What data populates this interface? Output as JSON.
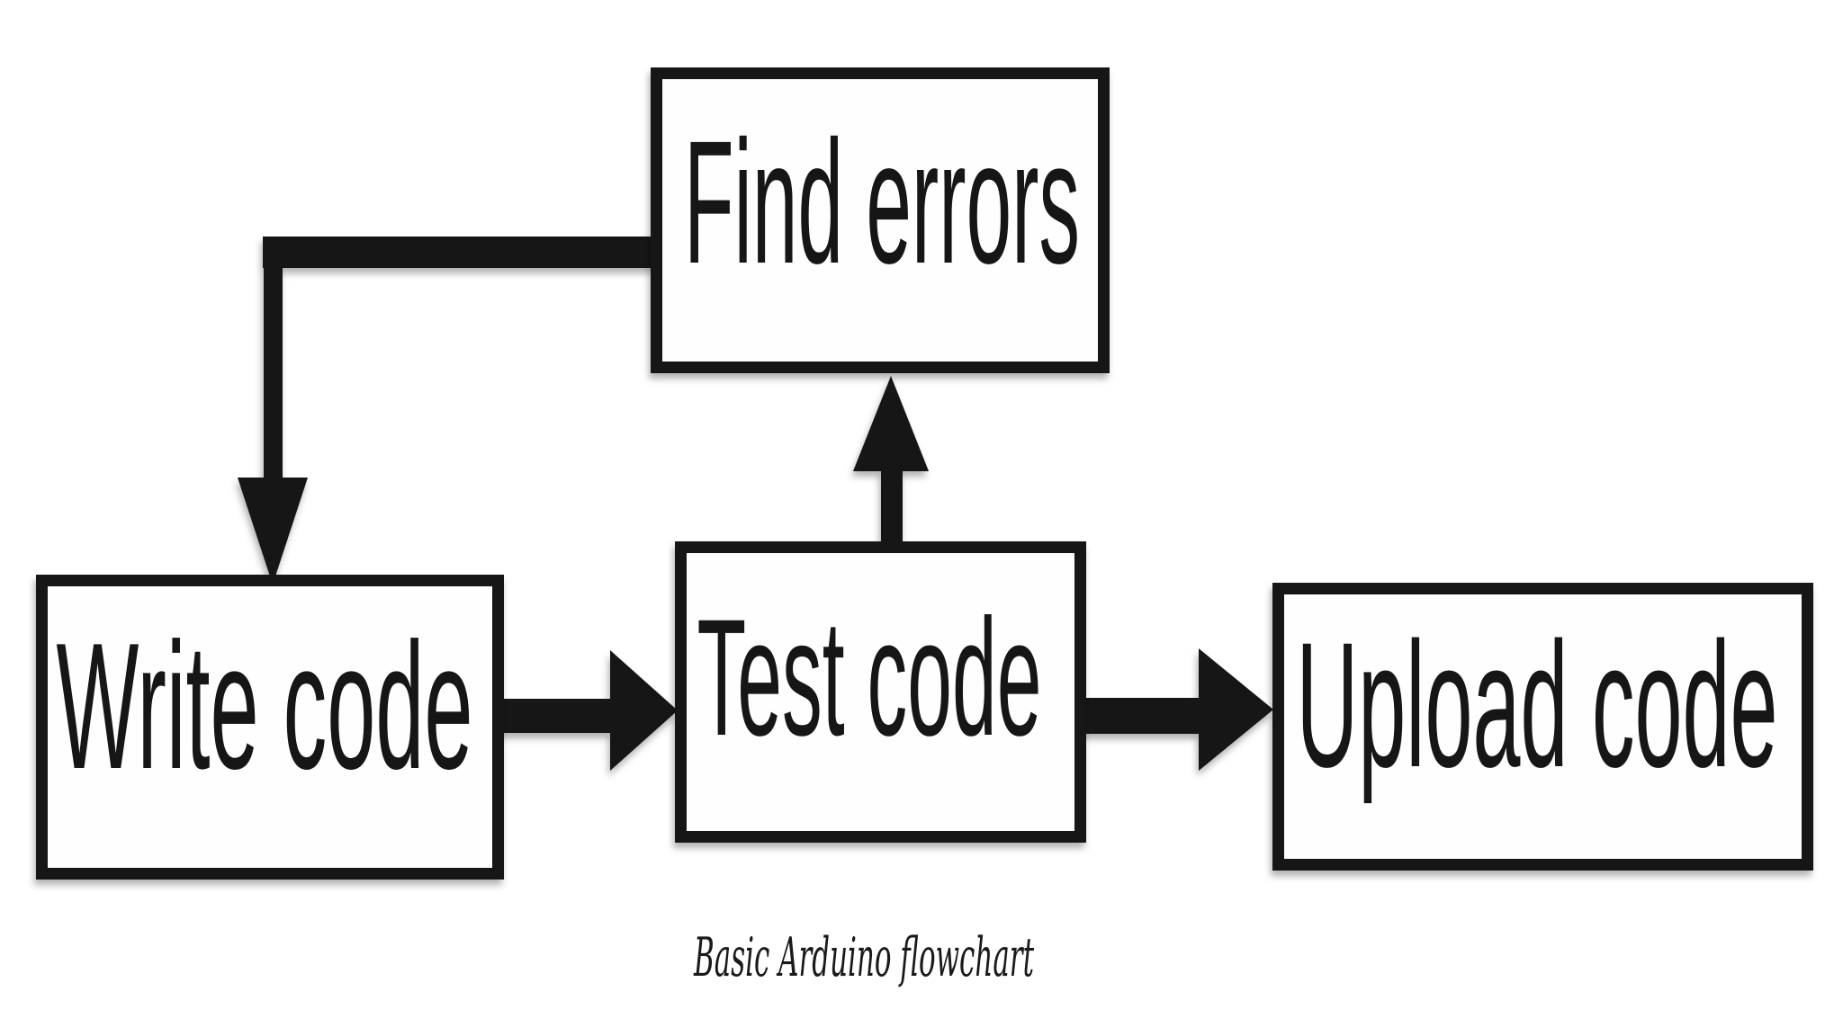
{
  "diagram": {
    "type": "flowchart",
    "caption": "Basic Arduino flowchart",
    "nodes": [
      {
        "id": "find-errors",
        "label": "Find errors"
      },
      {
        "id": "write-code",
        "label": "Write code"
      },
      {
        "id": "test-code",
        "label": "Test code"
      },
      {
        "id": "upload-code",
        "label": "Upload code"
      }
    ],
    "edges": [
      {
        "from": "Find errors",
        "to": "Write code",
        "shape": "elbow",
        "direction": "down"
      },
      {
        "from": "Write code",
        "to": "Test code",
        "shape": "straight",
        "direction": "right"
      },
      {
        "from": "Test code",
        "to": "Find errors",
        "shape": "straight",
        "direction": "up"
      },
      {
        "from": "Test code",
        "to": "Upload code",
        "shape": "straight",
        "direction": "right"
      }
    ],
    "colors": {
      "ink": "#121212",
      "background": "#ffffff"
    }
  }
}
